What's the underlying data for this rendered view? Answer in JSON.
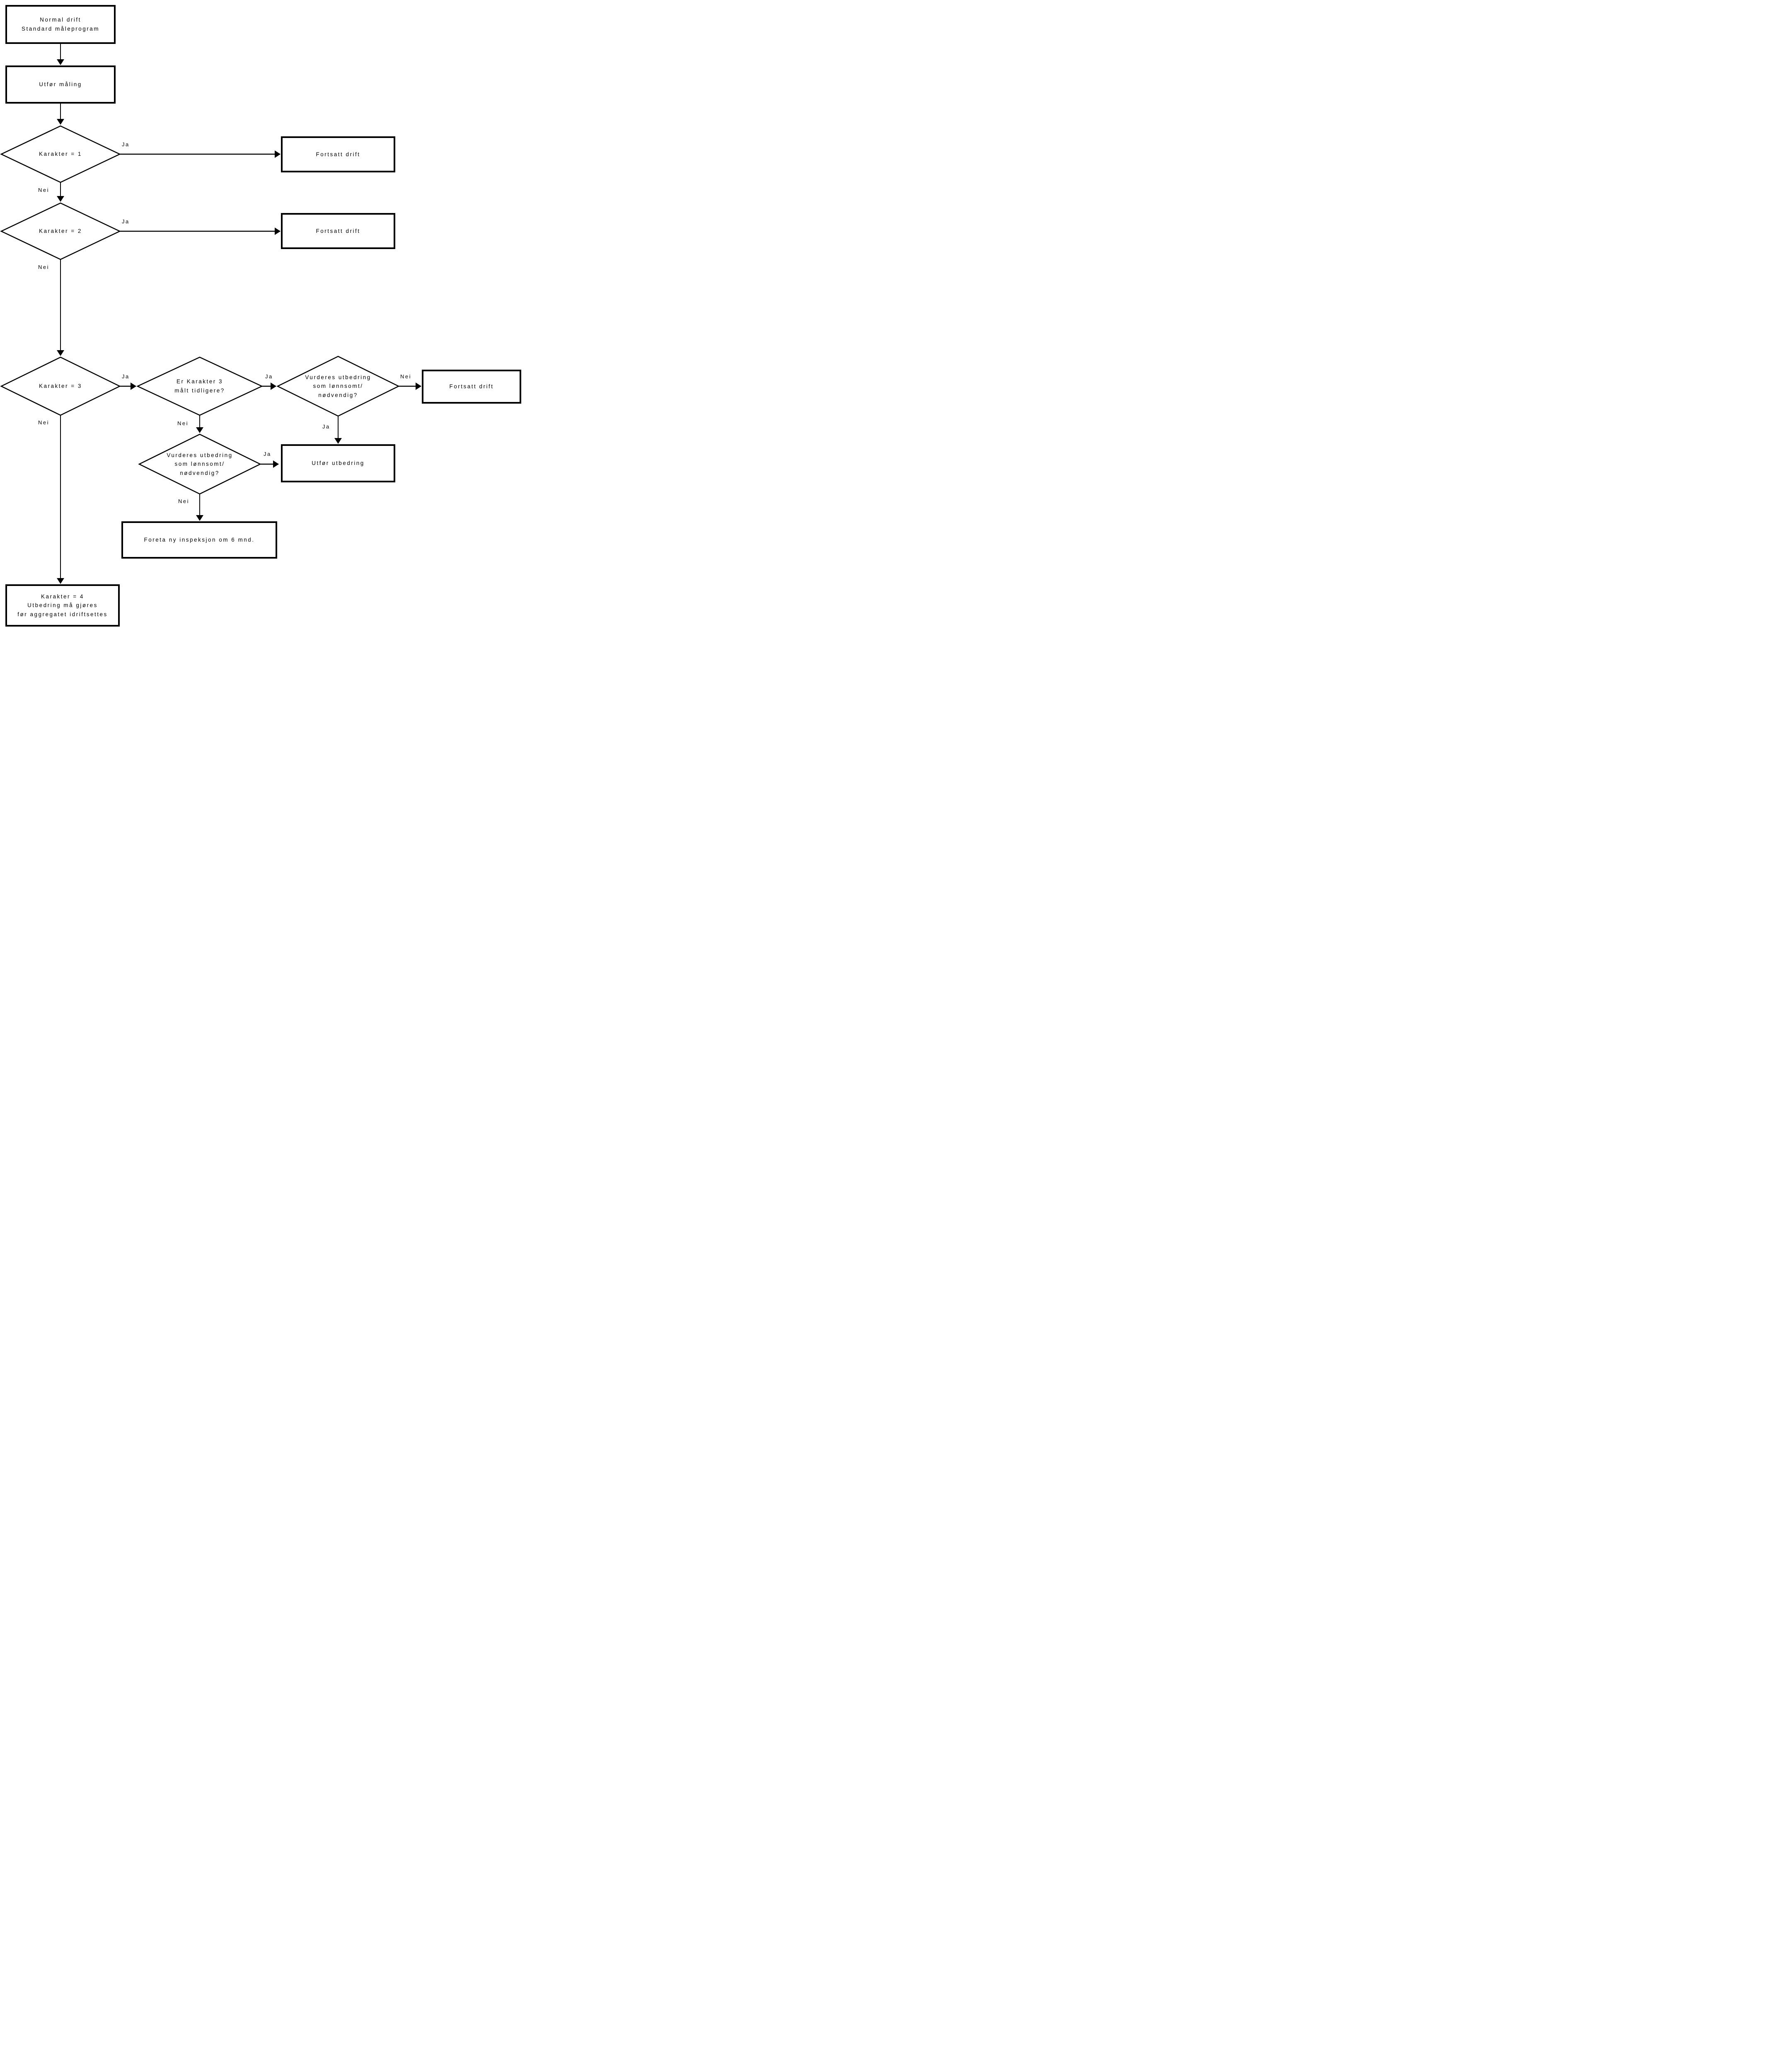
{
  "diagram": {
    "language": "Norwegian",
    "colors": {
      "line": "#000000",
      "background": "#ffffff",
      "text": "#000000"
    },
    "nodes": {
      "normal_drift": {
        "type": "process",
        "lines": [
          "Normal drift",
          "Standard måleprogram"
        ]
      },
      "utfor_maling": {
        "type": "process",
        "lines": [
          "Utfør måling"
        ]
      },
      "karakter_1": {
        "type": "decision",
        "lines": [
          "Karakter = 1"
        ]
      },
      "fortsatt_drift_1": {
        "type": "process",
        "lines": [
          "Fortsatt drift"
        ]
      },
      "karakter_2": {
        "type": "decision",
        "lines": [
          "Karakter = 2"
        ]
      },
      "fortsatt_drift_2": {
        "type": "process",
        "lines": [
          "Fortsatt drift"
        ]
      },
      "karakter_3": {
        "type": "decision",
        "lines": [
          "Karakter = 3"
        ]
      },
      "er_karakter_3_malt": {
        "type": "decision",
        "lines": [
          "Er Karakter 3",
          "målt tidligere?"
        ]
      },
      "vurderes_utbedring_ovre": {
        "type": "decision",
        "lines": [
          "Vurderes utbedring",
          "som lønnsomt/",
          "nødvendig?"
        ]
      },
      "fortsatt_drift_3": {
        "type": "process",
        "lines": [
          "Fortsatt drift"
        ]
      },
      "vurderes_utbedring_nedre": {
        "type": "decision",
        "lines": [
          "Vurderes utbedring",
          "som lønnsomt/",
          "nødvendig?"
        ]
      },
      "utfor_utbedring": {
        "type": "process",
        "lines": [
          "Utfør utbedring"
        ]
      },
      "foreta_ny_inspeksjon": {
        "type": "process",
        "lines": [
          "Foreta ny inspeksjon om 6 mnd."
        ]
      },
      "karakter_4": {
        "type": "process",
        "lines": [
          "Karakter = 4",
          "Utbedring må gjøres",
          "før aggregatet idriftsettes"
        ]
      }
    },
    "edge_labels": {
      "karakter_1_ja": "Ja",
      "karakter_1_nei": "Nei",
      "karakter_2_ja": "Ja",
      "karakter_2_nei": "Nei",
      "karakter_3_ja": "Ja",
      "karakter_3_nei": "Nei",
      "er_karakter_3_ja": "Ja",
      "er_karakter_3_nei": "Nei",
      "vurderes_ovre_nei": "Nei",
      "vurderes_ovre_ja": "Ja",
      "vurderes_nedre_ja": "Ja",
      "vurderes_nedre_nei": "Nei"
    }
  }
}
